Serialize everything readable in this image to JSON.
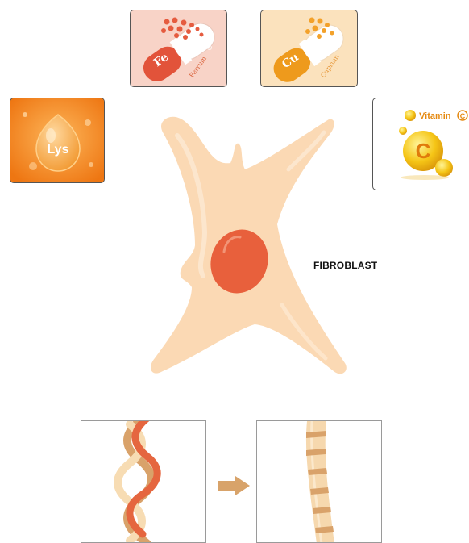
{
  "cell": {
    "label": "FIBROBLAST"
  },
  "nutrients": [
    {
      "symbol": "Fe",
      "name": "Ferrum"
    },
    {
      "symbol": "Cu",
      "name": "Cuprum"
    },
    {
      "symbol": "Lys"
    },
    {
      "symbol": "C",
      "name": "Vitamin"
    }
  ],
  "colors": {
    "fe_bg": "#f8d3c7",
    "cu_bg": "#fbe2bd",
    "lys_bg": "#f58a1f",
    "cell_body": "#fbd9b4",
    "nucleus": "#e8603c",
    "arrow": "#d8a36a"
  }
}
